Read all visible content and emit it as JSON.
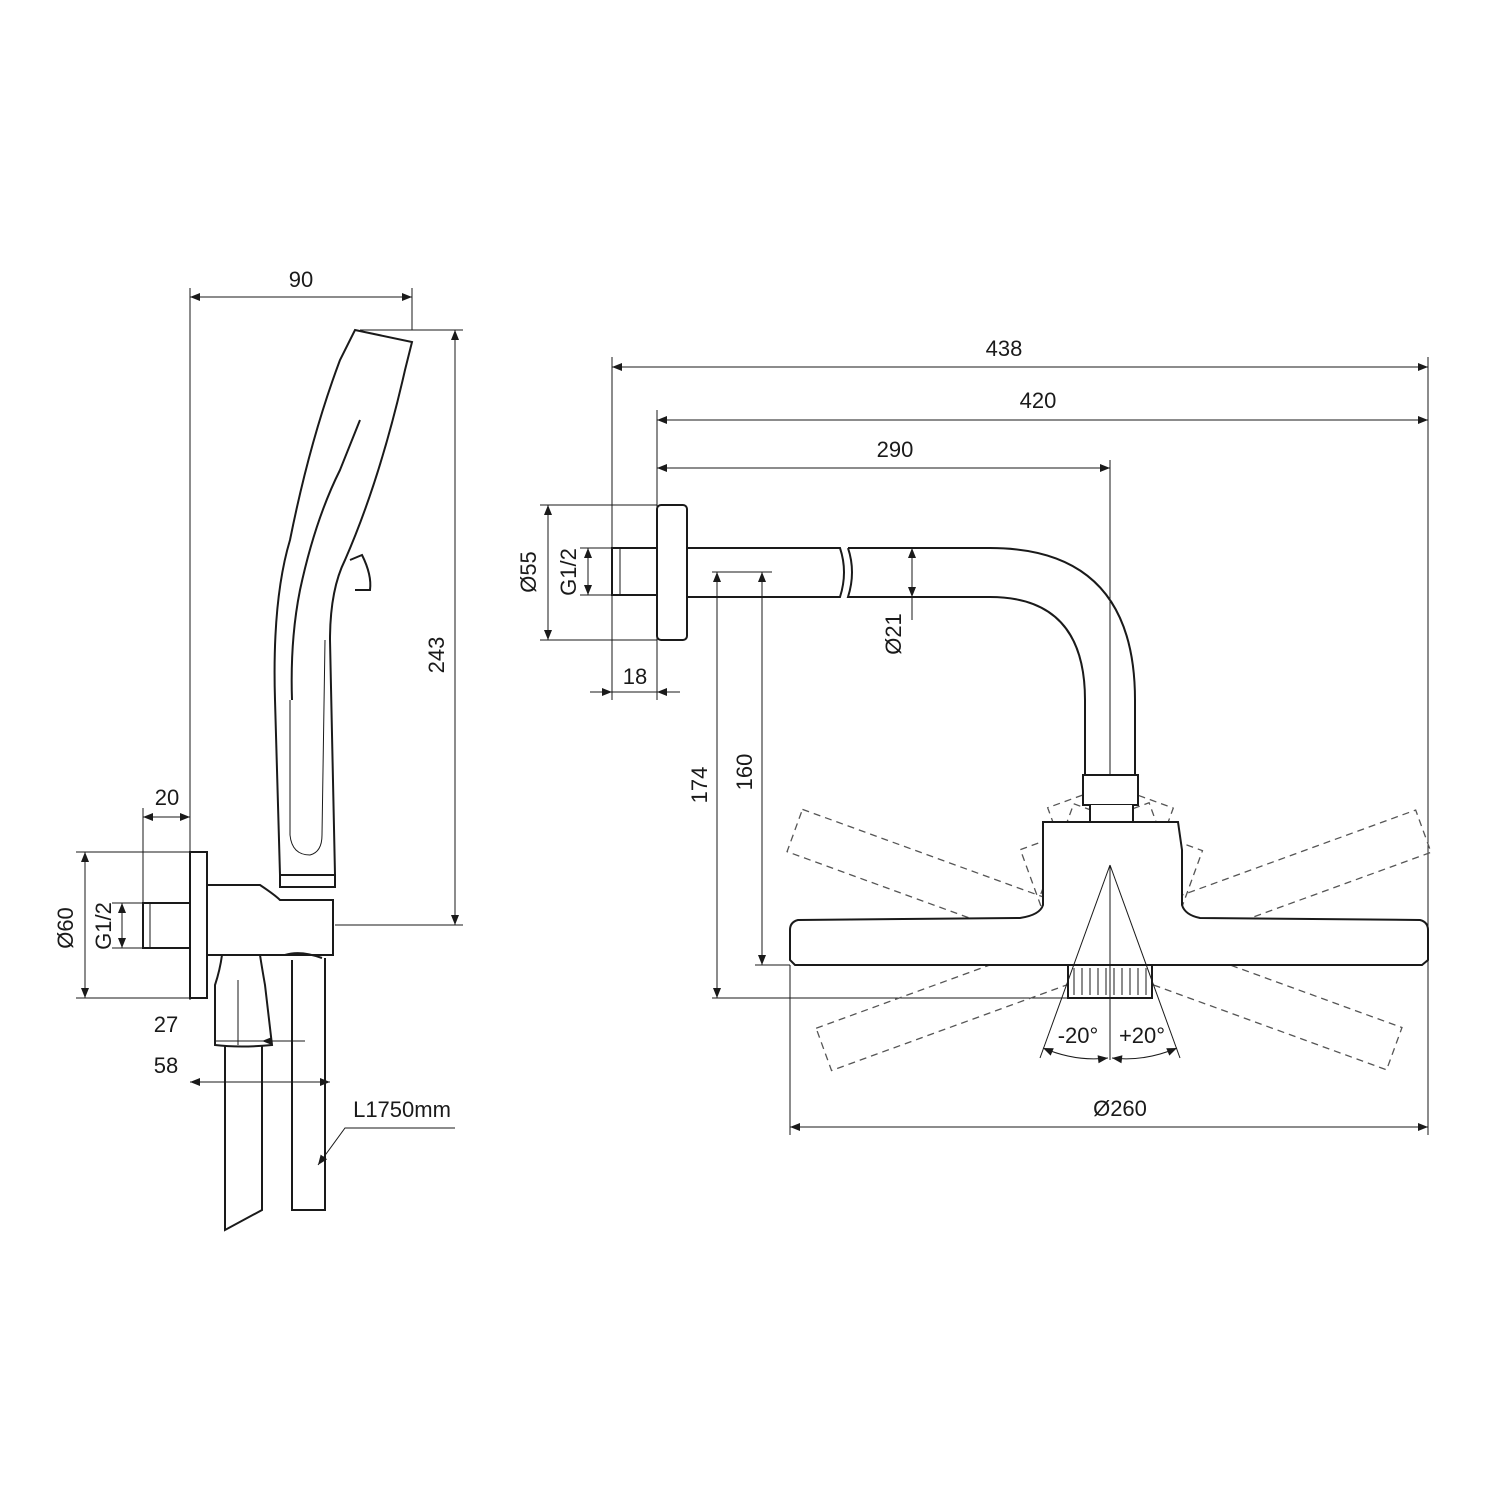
{
  "hand_shower": {
    "width": "90",
    "height": "243",
    "wall_offset": "20",
    "plate_diameter": "Ø60",
    "thread": "G1/2",
    "outlet_offset": "27",
    "depth": "58",
    "hose_length": "L1750mm"
  },
  "head_shower": {
    "total_length": "438",
    "arm_length": "420",
    "arm_reach": "290",
    "plate_diameter": "Ø55",
    "thread": "G1/2",
    "thread_length": "18",
    "pipe_diameter": "Ø21",
    "drop_total": "174",
    "drop_plate": "160",
    "tilt_negative": "-20°",
    "tilt_positive": "+20°",
    "head_diameter": "Ø260"
  }
}
